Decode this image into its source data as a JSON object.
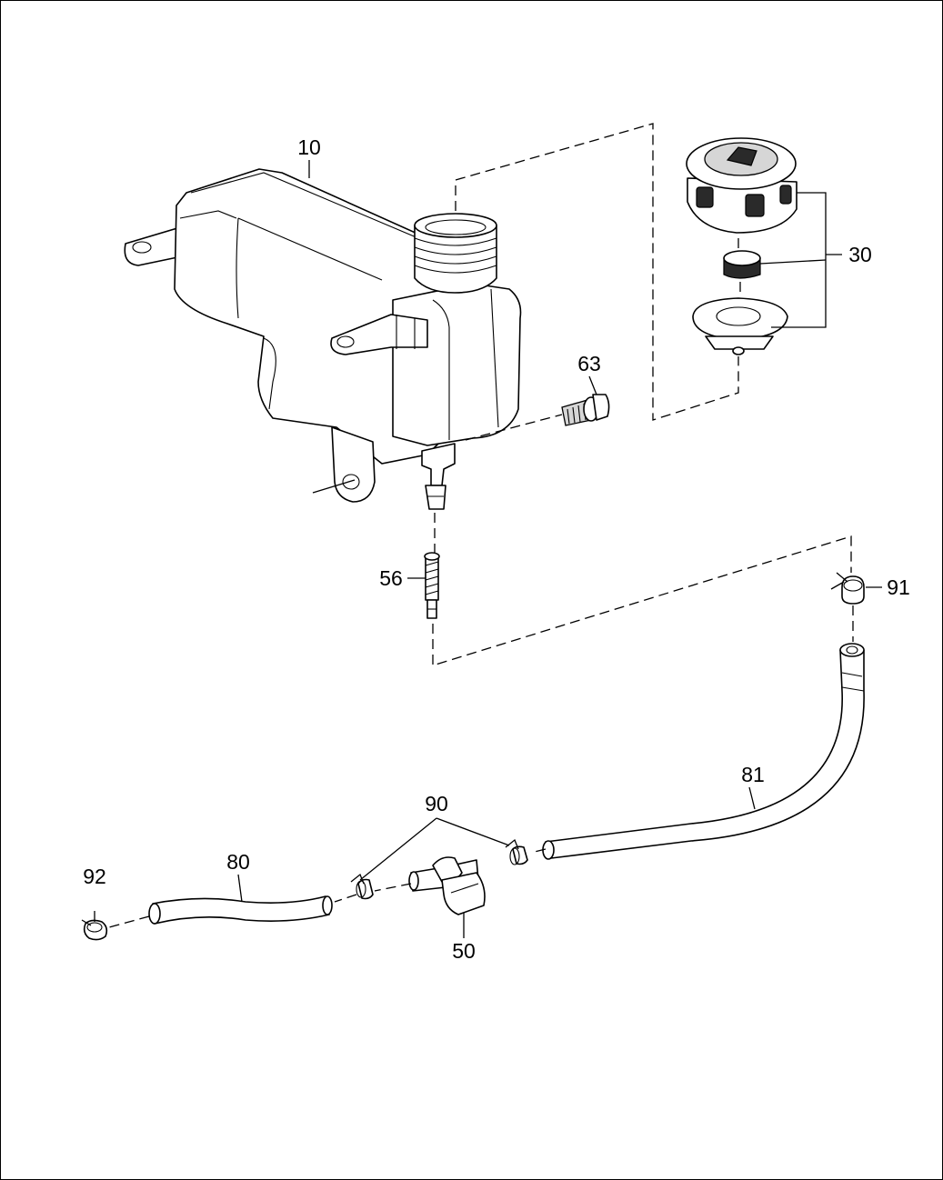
{
  "diagram": {
    "callouts": [
      {
        "id": "tank",
        "label": "10"
      },
      {
        "id": "cap-assembly",
        "label": "30"
      },
      {
        "id": "valve",
        "label": "50"
      },
      {
        "id": "filter",
        "label": "56"
      },
      {
        "id": "bolt",
        "label": "63"
      },
      {
        "id": "hose-short",
        "label": "80"
      },
      {
        "id": "hose-long",
        "label": "81"
      },
      {
        "id": "clamps",
        "label": "90"
      },
      {
        "id": "clamp-top",
        "label": "91"
      },
      {
        "id": "clamp-end",
        "label": "92"
      }
    ]
  }
}
